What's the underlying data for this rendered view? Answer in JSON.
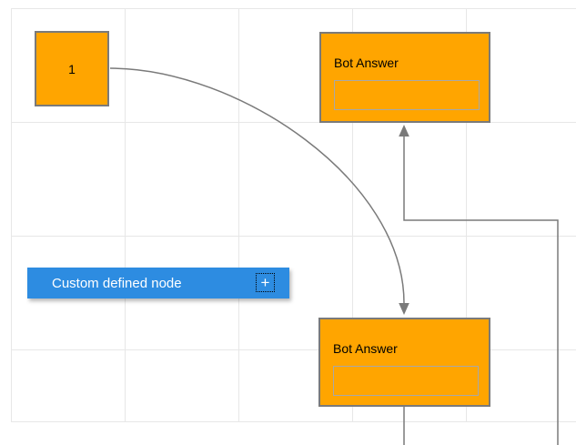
{
  "diagram": {
    "nodes": {
      "start": {
        "label": "1"
      },
      "bot_top": {
        "title": "Bot Answer",
        "field_value": ""
      },
      "bot_bottom": {
        "title": "Bot Answer",
        "field_value": ""
      },
      "custom": {
        "label": "Custom defined node",
        "plus_glyph": "+"
      }
    },
    "connectors": {
      "bezier": {
        "from": "start",
        "to": "bot_bottom"
      },
      "orthogonal": {
        "from": "bot_bottom",
        "to": "bot_top"
      }
    },
    "colors": {
      "node_fill": "#FFA500",
      "node_border": "#7A7A7A",
      "field_border": "#A8A8A8",
      "custom_node_fill": "#2D8CE1",
      "custom_node_text": "#FFFFFF",
      "connector": "#7A7A7A",
      "grid_line": "#E7E7E7",
      "label_text": "#000000"
    }
  }
}
